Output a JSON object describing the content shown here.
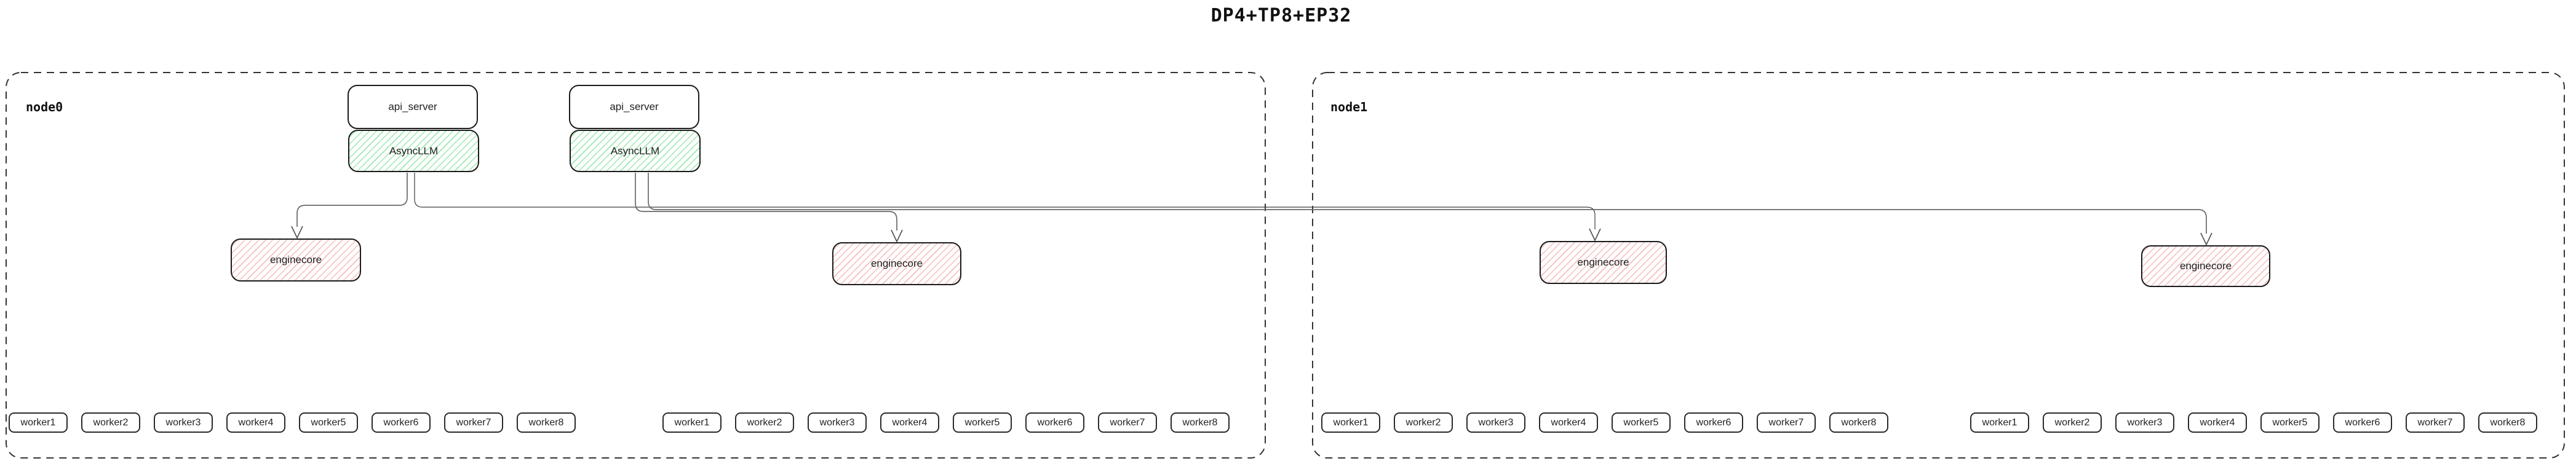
{
  "title": "DP4+TP8+EP32",
  "nodes": [
    {
      "label": "node0"
    },
    {
      "label": "node1"
    }
  ],
  "labels": {
    "api_server": "api_server",
    "async_llm": "AsyncLLM",
    "enginecore": "enginecore"
  },
  "workers": [
    "worker1",
    "worker2",
    "worker3",
    "worker4",
    "worker5",
    "worker6",
    "worker7",
    "worker8"
  ],
  "edges": [
    {
      "from": "AsyncLLM#1",
      "to": "enginecore#1"
    },
    {
      "from": "AsyncLLM#1",
      "to": "enginecore#3"
    },
    {
      "from": "AsyncLLM#2",
      "to": "enginecore#2"
    },
    {
      "from": "AsyncLLM#2",
      "to": "enginecore#4"
    }
  ],
  "colors": {
    "async_llm_hatch": "#9ce8ad",
    "enginecore_hatch": "#f6bdbd",
    "box_border": "#1a1a1a",
    "node_border": "#333333",
    "edge": "#686868",
    "background": "#ffffff"
  }
}
